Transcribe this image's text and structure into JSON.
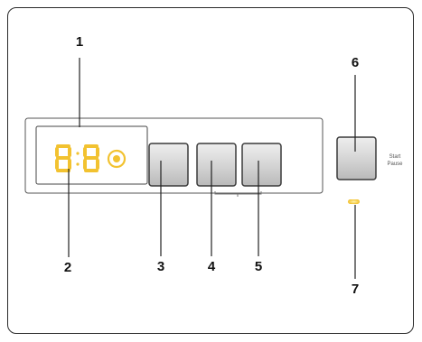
{
  "callouts": {
    "c1": "1",
    "c2": "2",
    "c3": "3",
    "c4": "4",
    "c5": "5",
    "c6": "6",
    "c7": "7"
  },
  "display": {
    "digits": "88",
    "color": "#f2c230"
  },
  "start_button": {
    "caption_line1": "Start",
    "caption_line2": "Pause"
  },
  "indicator": {
    "color": "#f5c84a"
  },
  "colors": {
    "outline": "#2a2a2a",
    "button_fill": "#d4d4d4",
    "button_border": "#3a3a3a"
  }
}
